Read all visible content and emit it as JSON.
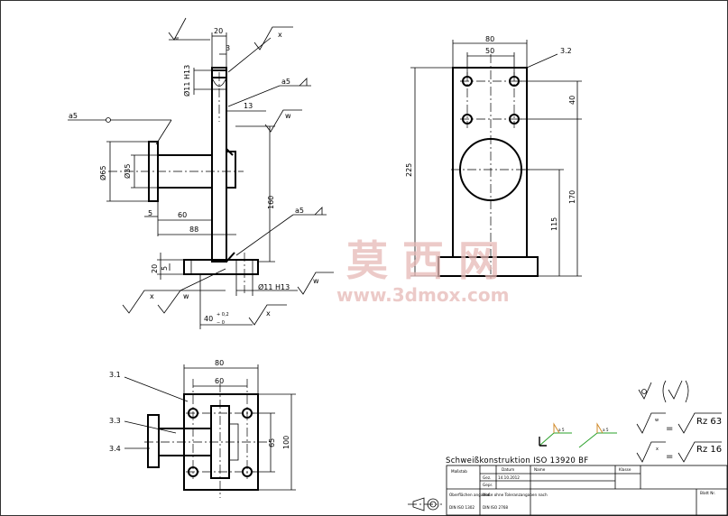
{
  "drawing": {
    "side_view": {
      "dims": {
        "top_width": "20",
        "top_gap": "3",
        "hole": "Ø11 H13",
        "rib": "13",
        "flange_dia": "Ø65",
        "shaft_dia": "Ø35",
        "dim_5a": "5",
        "dim_60": "60",
        "dim_88": "88",
        "dim_160": "160",
        "dim_20": "20",
        "dim_5b": "5",
        "bottom_hole": "Ø11 H13",
        "dim_40": "40",
        "tol_upper": "+ 0,2",
        "tol_lower": "− 0"
      },
      "welds": {
        "w1": "a5",
        "w2": "a5",
        "w3": "a5"
      },
      "surface": {
        "x": "x",
        "w": "w"
      }
    },
    "front_view": {
      "dims": {
        "dim_80": "80",
        "dim_50": "50",
        "dim_40": "40",
        "dim_225": "225",
        "dim_170": "170",
        "dim_115": "115"
      },
      "item": "3.2"
    },
    "top_view": {
      "dims": {
        "dim_80": "80",
        "dim_60": "60",
        "dim_65": "65",
        "dim_100": "100"
      },
      "items": [
        "3.1",
        "3.3",
        "3.4"
      ]
    },
    "symbols": {
      "weld_green_1": "a 5",
      "weld_green_2": "a 5",
      "rz63": "Rz 63",
      "rz16": "Rz 16",
      "eq": "=",
      "sym_w": "w",
      "sym_x": "x"
    },
    "title_block": {
      "title": "Schweißkonstruktion ISO 13920 BF",
      "massstab": "Maßstab",
      "datum_label": "Datum",
      "name_label": "Name",
      "klasse_label": "Klasse",
      "gez": "Gez.",
      "gepr": "Gepr.",
      "date": "14.10.2012",
      "oberflaechen": "Oberflächen angaben",
      "din1302": "DIN ISO 1302",
      "masse_ohne": "Maße ohne Toleranzangaben nach",
      "din2768": "DIN ISO 2768",
      "blatt": "Blatt Nr."
    },
    "watermark": {
      "text": "莫 西 网",
      "url": "www.3dmox.com"
    }
  }
}
